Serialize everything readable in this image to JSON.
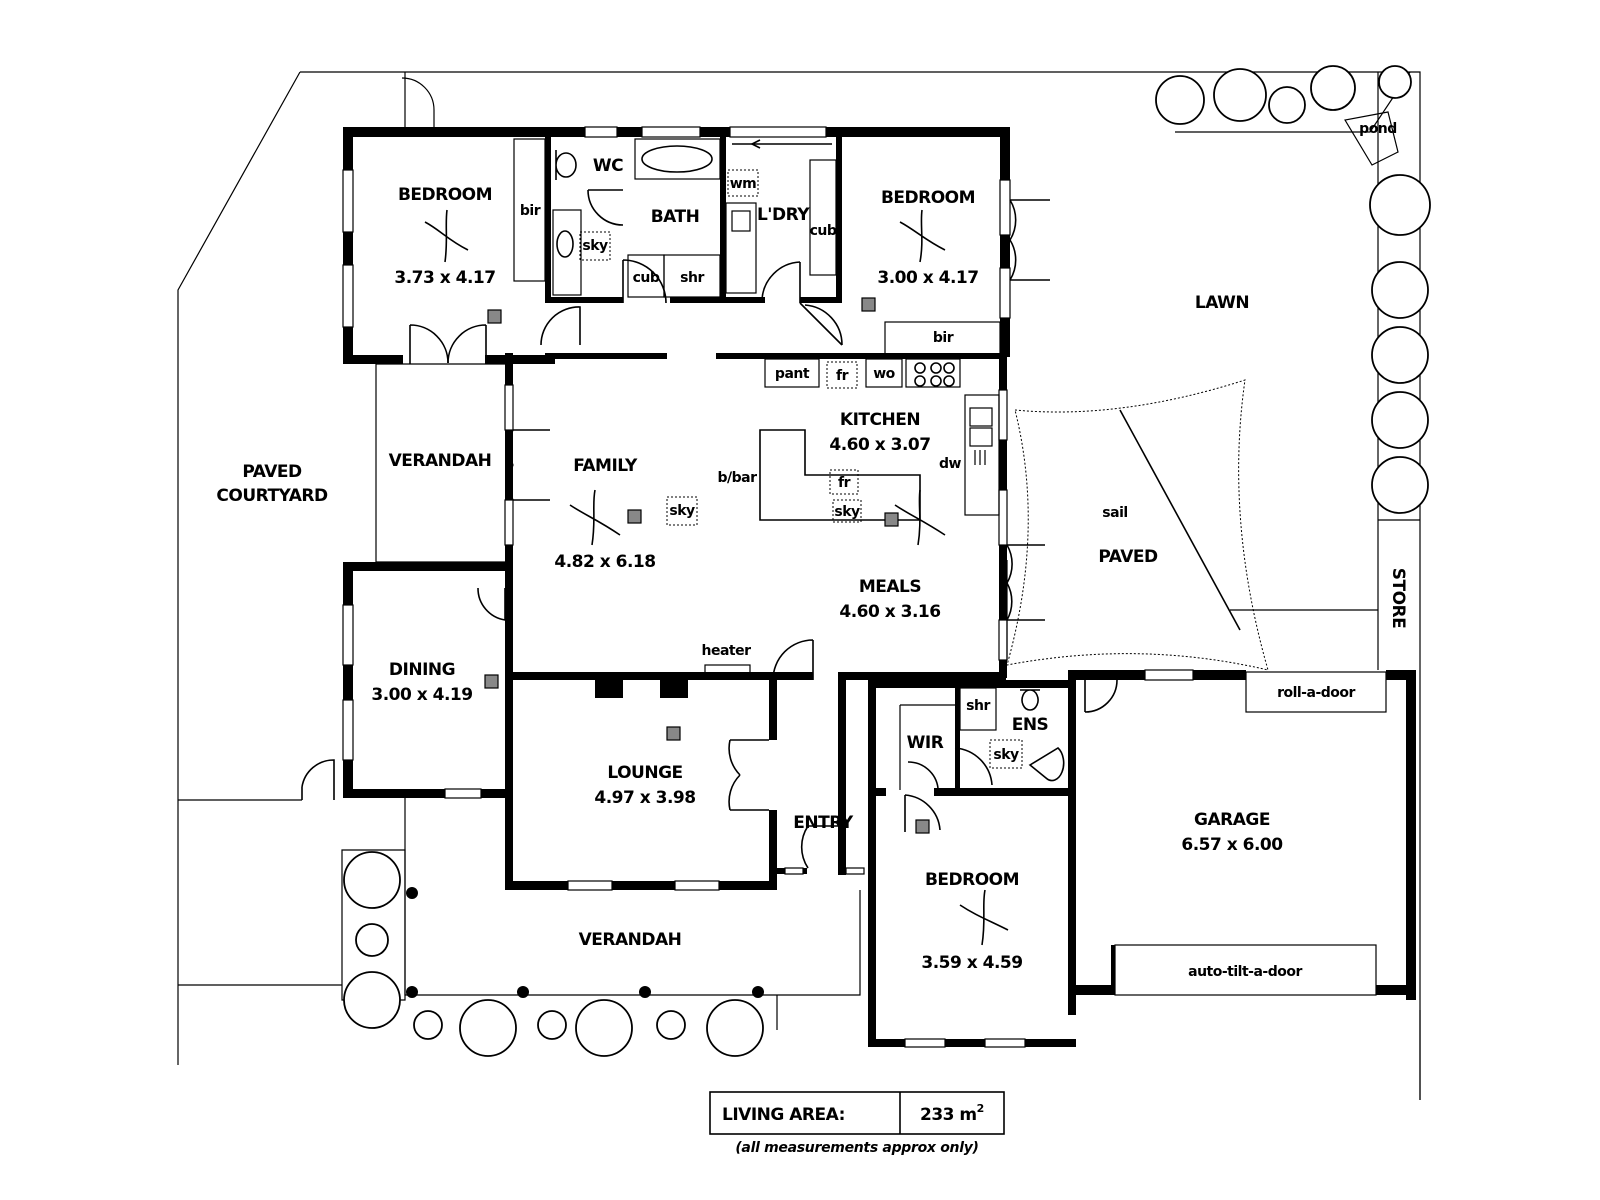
{
  "rooms": {
    "bedroom1": {
      "name": "BEDROOM",
      "size": "3.73 x 4.17"
    },
    "bedroom2": {
      "name": "BEDROOM",
      "size": "3.00 x 4.17"
    },
    "bedroom3": {
      "name": "BEDROOM",
      "size": "3.59 x 4.59"
    },
    "bath": "BATH",
    "laundry": "L'DRY",
    "wc": "WC",
    "kitchen": {
      "name": "KITCHEN",
      "size": "4.60 x 3.07"
    },
    "family": {
      "name": "FAMILY",
      "size": "4.82 x 6.18"
    },
    "meals": {
      "name": "MEALS",
      "size": "4.60 x 3.16"
    },
    "dining": {
      "name": "DINING",
      "size": "3.00 x 4.19"
    },
    "lounge": {
      "name": "LOUNGE",
      "size": "4.97 x 3.98"
    },
    "garage": {
      "name": "GARAGE",
      "size": "6.57 x 6.00"
    },
    "entry": "ENTRY",
    "ens": "ENS",
    "wir": "WIR",
    "verandah_west": "VERANDAH",
    "verandah_south": "VERANDAH",
    "paved_courtyard": [
      "PAVED",
      "COURTYARD"
    ],
    "paved": "PAVED",
    "lawn": "LAWN",
    "store": "STORE"
  },
  "fixtures": {
    "bir": "bir",
    "cub": "cub",
    "shr": "shr",
    "sky": "sky",
    "wm": "wm",
    "pant": "pant",
    "fr": "fr",
    "wo": "wo",
    "dw": "dw",
    "bbar": "b/bar",
    "heater": "heater",
    "sail": "sail",
    "pond": "pond",
    "roll_door": "roll-a-door",
    "tilt_door": "auto-tilt-a-door"
  },
  "summary": {
    "living_area_label": "LIVING AREA:",
    "living_area_value": "233 m",
    "living_area_unit_sup": "2",
    "note": "(all measurements approx only)"
  }
}
